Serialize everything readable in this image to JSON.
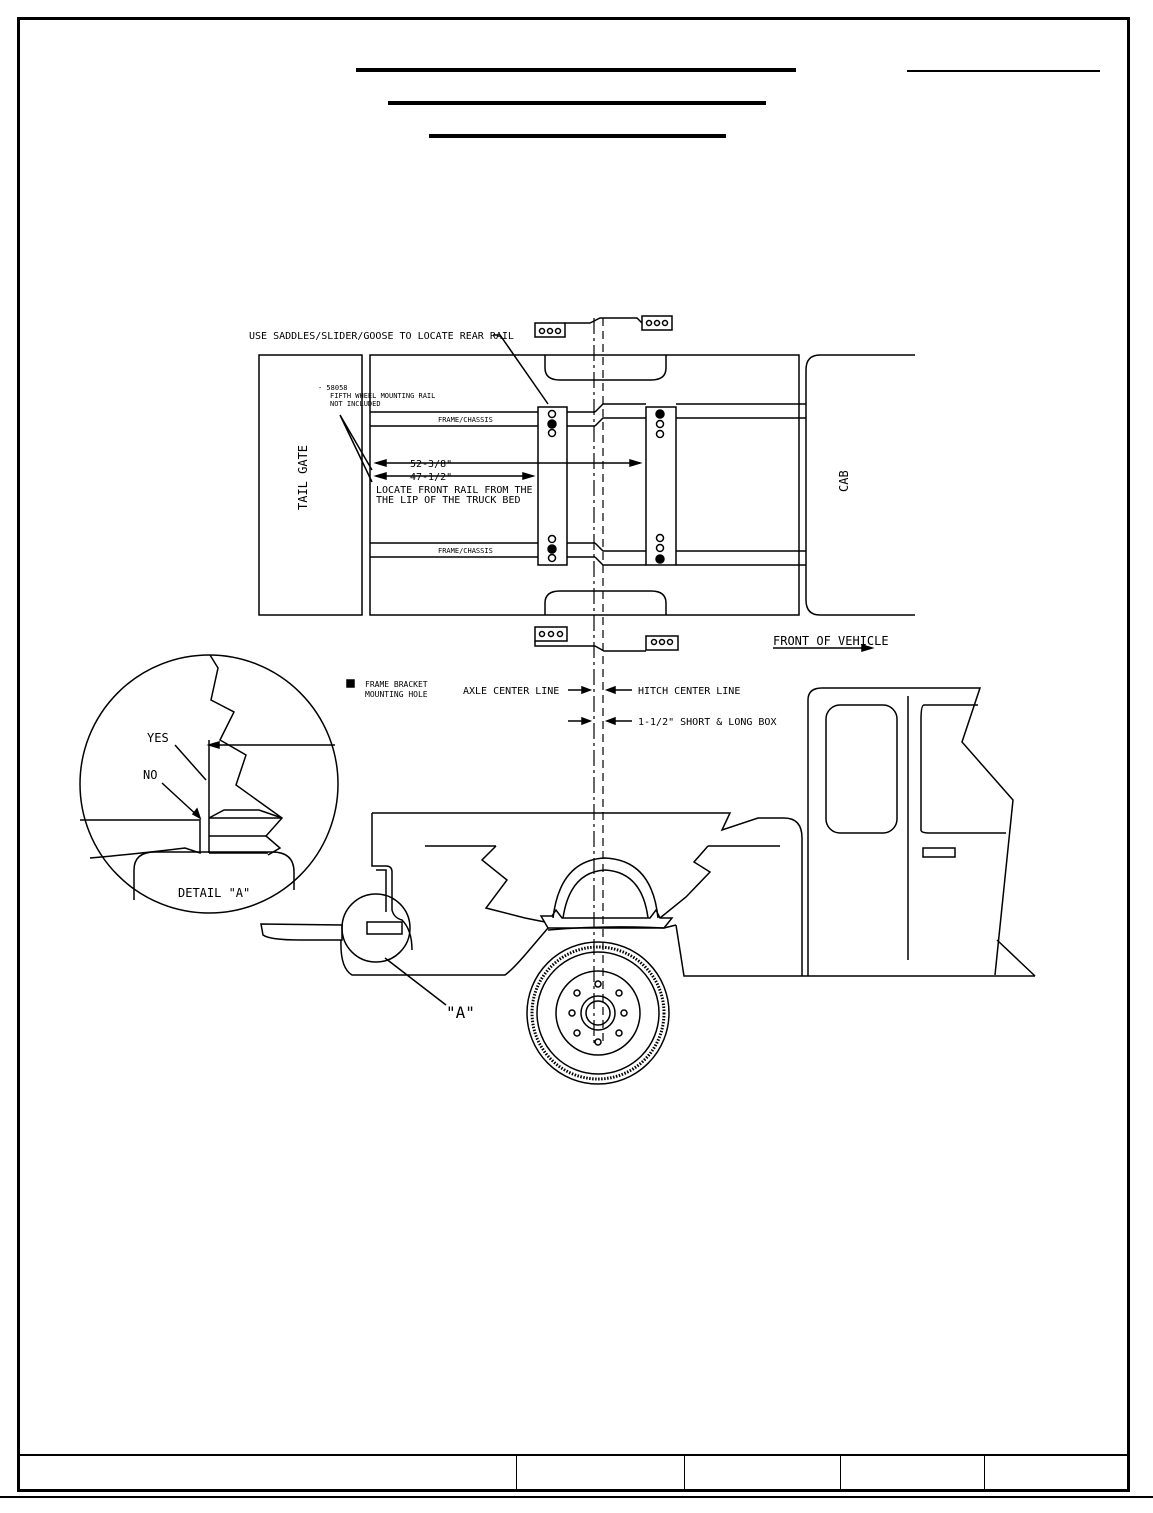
{
  "diagram": {
    "top_view": {
      "rear_rail_note": "USE SADDLES/SLIDER/GOOSE TO LOCATE REAR RAIL",
      "part_number": "- 58058",
      "part_note_line1": "FIFTH WHEEL MOUNTING RAIL",
      "part_note_line2": "NOT INCLUDED",
      "frame_label_top": "FRAME/CHASSIS",
      "frame_label_bottom": "FRAME/CHASSIS",
      "tail_gate": "TAIL GATE",
      "cab": "CAB",
      "dim_long": "52-3/8\"",
      "dim_short": "47-1/2\"",
      "locate_note_line1": "LOCATE FRONT RAIL FROM THE",
      "locate_note_line2": "THE LIP OF THE TRUCK BED",
      "front_of_vehicle": "FRONT OF VEHICLE"
    },
    "legend": {
      "frame_bracket_line1": "FRAME BRACKET",
      "frame_bracket_line2": "MOUNTING HOLE"
    },
    "center_lines": {
      "axle": "AXLE CENTER LINE",
      "hitch": "HITCH CENTER LINE",
      "offset": "1-1/2\" SHORT & LONG BOX"
    },
    "detail": {
      "yes": "YES",
      "no": "NO",
      "title": "DETAIL \"A\"",
      "callout": "\"A\""
    }
  },
  "colors": {
    "ink": "#000000",
    "paper": "#ffffff"
  }
}
